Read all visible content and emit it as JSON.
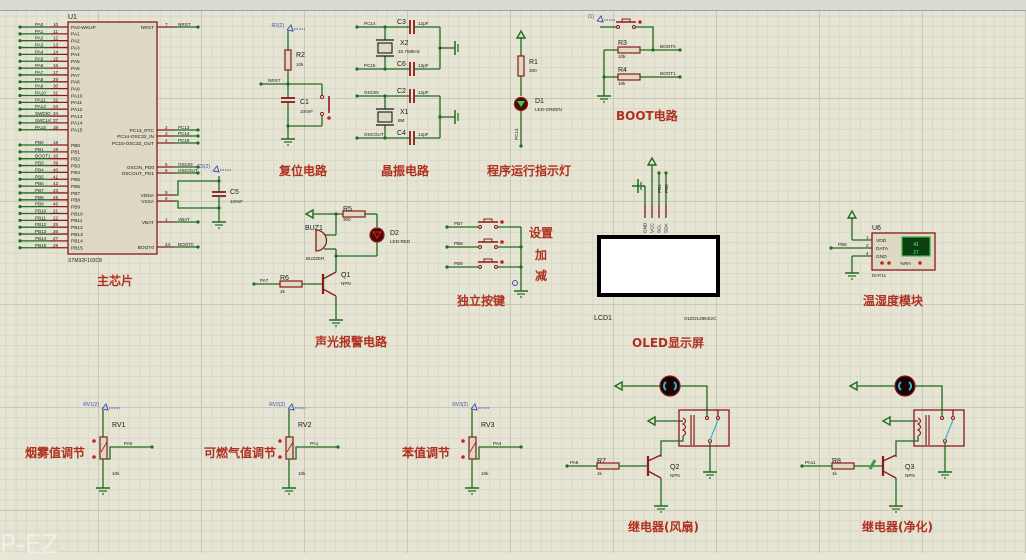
{
  "colors": {
    "wire": "#1f6b1f",
    "component": "#8b1a1a",
    "body": "#ddd9c3",
    "label": "#1a1a1a",
    "probe": "#3a4fb0",
    "section": "#b03020"
  },
  "mcu": {
    "ref": "U1",
    "part": "STM32F103C8",
    "left_pins": [
      {
        "net": "PA0",
        "num": "10",
        "name": "PA0-WKUP"
      },
      {
        "net": "PA1",
        "num": "11",
        "name": "PA1"
      },
      {
        "net": "PA2",
        "num": "12",
        "name": "PA2"
      },
      {
        "net": "PA3",
        "num": "13",
        "name": "PA3"
      },
      {
        "net": "PA4",
        "num": "14",
        "name": "PA4"
      },
      {
        "net": "PA5",
        "num": "15",
        "name": "PA5"
      },
      {
        "net": "PA6",
        "num": "16",
        "name": "PA6"
      },
      {
        "net": "PA7",
        "num": "17",
        "name": "PA7"
      },
      {
        "net": "PA8",
        "num": "29",
        "name": "PA8"
      },
      {
        "net": "PA9",
        "num": "30",
        "name": "PA9"
      },
      {
        "net": "PA10",
        "num": "31",
        "name": "PA10"
      },
      {
        "net": "PA11",
        "num": "32",
        "name": "PA11"
      },
      {
        "net": "PA12",
        "num": "33",
        "name": "PA12"
      },
      {
        "net": "SWDIO",
        "num": "34",
        "name": "PA13"
      },
      {
        "net": "SWCLK",
        "num": "37",
        "name": "PA14"
      },
      {
        "net": "PA15",
        "num": "38",
        "name": "PA15"
      },
      {
        "net": "PB0",
        "num": "18",
        "name": "PB0"
      },
      {
        "net": "PB1",
        "num": "19",
        "name": "PB1"
      },
      {
        "net": "BOOT1",
        "num": "20",
        "name": "PB2"
      },
      {
        "net": "PB3",
        "num": "39",
        "name": "PB3"
      },
      {
        "net": "PB4",
        "num": "40",
        "name": "PB4"
      },
      {
        "net": "PB5",
        "num": "41",
        "name": "PB5"
      },
      {
        "net": "PB6",
        "num": "42",
        "name": "PB6"
      },
      {
        "net": "PB7",
        "num": "43",
        "name": "PB7"
      },
      {
        "net": "PB8",
        "num": "45",
        "name": "PB8"
      },
      {
        "net": "PB9",
        "num": "46",
        "name": "PB9"
      },
      {
        "net": "PB10",
        "num": "21",
        "name": "PB10"
      },
      {
        "net": "PB11",
        "num": "22",
        "name": "PB11"
      },
      {
        "net": "PB12",
        "num": "25",
        "name": "PB12"
      },
      {
        "net": "PB13",
        "num": "26",
        "name": "PB13"
      },
      {
        "net": "PB14",
        "num": "27",
        "name": "PB14"
      },
      {
        "net": "PB15",
        "num": "28",
        "name": "PB15"
      }
    ],
    "right_pins": [
      {
        "net": "NRST",
        "num": "7",
        "name": "NRST"
      },
      {
        "net": "PC13",
        "num": "2",
        "name": "PC13_RTC"
      },
      {
        "net": "PC14",
        "num": "3",
        "name": "PC14-OSC32_IN"
      },
      {
        "net": "PC15",
        "num": "4",
        "name": "PC15-OSC32_OUT"
      },
      {
        "net": "OSCIN",
        "num": "5",
        "name": "OSCIN_PD0"
      },
      {
        "net": "OSCOUT",
        "num": "6",
        "name": "OSCOUT_PD1"
      },
      {
        "net": "",
        "num": "9",
        "name": "VDDA"
      },
      {
        "net": "",
        "num": "8",
        "name": "VSSA"
      },
      {
        "net": "VBAT",
        "num": "1",
        "name": "VBAT"
      },
      {
        "net": "BOOT0",
        "num": "44",
        "name": "BOOT0"
      }
    ],
    "c5": {
      "ref": "C5",
      "value": "100nF",
      "probe": "C5(2)"
    }
  },
  "reset": {
    "probe": "R2(2)",
    "r_ref": "R2",
    "r_val": "10k",
    "net": "NRST",
    "c_ref": "C1",
    "c_val": "100nF"
  },
  "crystal": {
    "x2": {
      "ref": "X2",
      "val": "32.768kHz",
      "net_a": "PC14",
      "net_b": "PC15",
      "ca": "C3",
      "cb": "C6",
      "cap": "12pF"
    },
    "x1": {
      "ref": "X1",
      "val": "8M",
      "net_a": "OSCIN",
      "net_b": "OSCOUT",
      "ca": "C2",
      "cb": "C4",
      "cap": "12pF"
    }
  },
  "led_run": {
    "r_ref": "R1",
    "r_val": "300",
    "d_ref": "D1",
    "d_val": "LED-GREEN",
    "net": "PC13"
  },
  "boot": {
    "probe": "(1)",
    "r3": "R3",
    "r4": "R4",
    "rval": "10k",
    "net0": "BOOT0",
    "net1": "BOOT1"
  },
  "alarm": {
    "buz": "BUZ1",
    "buz_val": "BUZZER",
    "r5": "R5",
    "r5_val": "300",
    "d2": "D2",
    "d2_val": "LED-RED",
    "r6": "R6",
    "r6_val": "1k",
    "net": "PA7",
    "q": "Q1",
    "q_val": "NPN"
  },
  "keys": {
    "nets": [
      "PB7",
      "PB8",
      "PB9"
    ],
    "labels": [
      "设置",
      "加",
      "减"
    ]
  },
  "oled": {
    "ref": "LCD1",
    "part": "OLED12864I2C",
    "pins": [
      "GND",
      "VCC",
      "SCL",
      "SDA"
    ],
    "nets": [
      "PB1",
      "PB0"
    ]
  },
  "dht": {
    "ref": "U6",
    "part": "DHT11",
    "net": "PB6",
    "pins": [
      {
        "num": "1",
        "name": "VDD"
      },
      {
        "num": "2",
        "name": "DATA"
      },
      {
        "num": "4",
        "name": "GND"
      }
    ],
    "humidity": "41",
    "temperature": "27",
    "unit": "%RH"
  },
  "pots": [
    {
      "ref": "RV1",
      "probe": "RV1(2)",
      "val": "10k",
      "net": "PA0",
      "label": "烟雾值调节"
    },
    {
      "ref": "RV2",
      "probe": "RV2(2)",
      "val": "10k",
      "net": "PA1",
      "label": "可燃气值调节"
    },
    {
      "ref": "RV3",
      "probe": "RV3(2)",
      "val": "10k",
      "net": "PA4",
      "label": "苯值调节"
    }
  ],
  "relays": [
    {
      "r": "R7",
      "r_val": "1k",
      "net": "PA8",
      "q": "Q2",
      "q_val": "NPN",
      "label": "继电器(风扇)"
    },
    {
      "r": "R8",
      "r_val": "1k",
      "net": "PA11",
      "q": "Q3",
      "q_val": "NPN",
      "label": "继电器(净化)"
    }
  ],
  "sections": {
    "main": "主芯片",
    "reset": "复位电路",
    "crystal": "晶振电路",
    "led": "程序运行指示灯",
    "boot": "BOOT电路",
    "alarm": "声光报警电路",
    "keys": "独立按键",
    "oled": "OLED显示屏",
    "dht": "温湿度模块"
  },
  "watermark": "P-EZ"
}
